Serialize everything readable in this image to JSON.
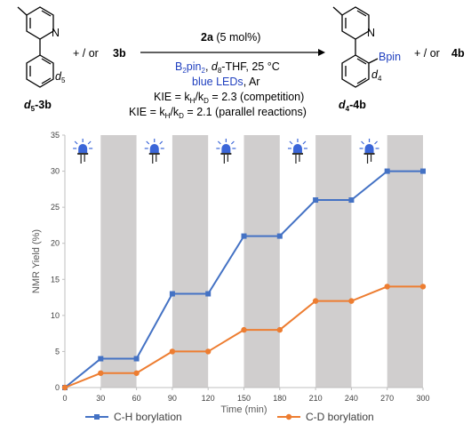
{
  "scheme": {
    "plus_or_left": "+ / or",
    "reactant_right": "3b",
    "reactant_label_prefix": "d",
    "reactant_label_sub": "5",
    "reactant_label_suffix": "-3b",
    "ring_sub_left": "d",
    "ring_sub_left_num": "5",
    "catalyst_bold": "2a",
    "catalyst_rest": "(5 mol%)",
    "conditions_line": "B2pin2, d8-THF, 25 °C",
    "cond_b": "B",
    "cond_2a": "2",
    "cond_pin": "pin",
    "cond_2b": "2",
    "cond_comma": ", ",
    "cond_d": "d",
    "cond_8": "8",
    "cond_thf": "-THF, 25 °C",
    "light_blue": "blue LEDs",
    "light_rest": ", Ar",
    "kie1_pre": "KIE = k",
    "kie1_h": "H",
    "kie1_mid": "/k",
    "kie1_d": "D",
    "kie1_rest": " = 2.3 (competition)",
    "kie2_pre": "KIE = k",
    "kie2_h": "H",
    "kie2_mid": "/k",
    "kie2_d": "D",
    "kie2_rest": " = 2.1 (parallel reactions)",
    "product_n": "N",
    "reactant_n": "N",
    "product_bpin": "Bpin",
    "product_ring_d": "d",
    "product_ring_num": "4",
    "product_label_prefix": "d",
    "product_label_sub": "4",
    "product_label_suffix": "-4b",
    "plus_or_right": "+ / or",
    "product_right": "4b"
  },
  "chart_data": {
    "type": "line",
    "xlabel": "Time (min)",
    "ylabel": "NMR Yield (%)",
    "xlim": [
      0,
      300
    ],
    "ylim": [
      0,
      35
    ],
    "x_ticks": [
      0,
      30,
      60,
      90,
      120,
      150,
      180,
      210,
      240,
      270,
      300
    ],
    "y_ticks": [
      0,
      5,
      10,
      15,
      20,
      25,
      30,
      35
    ],
    "dark_intervals": [
      [
        30,
        60
      ],
      [
        90,
        120
      ],
      [
        150,
        180
      ],
      [
        210,
        240
      ],
      [
        270,
        300
      ]
    ],
    "light_on_intervals": [
      [
        0,
        30
      ],
      [
        60,
        90
      ],
      [
        120,
        150
      ],
      [
        180,
        210
      ],
      [
        240,
        270
      ]
    ],
    "legend_position": "bottom",
    "series": [
      {
        "name": "C-H borylation",
        "color": "#4472c4",
        "marker": "square",
        "x": [
          0,
          30,
          60,
          90,
          120,
          150,
          180,
          210,
          240,
          270,
          300
        ],
        "y": [
          0,
          4,
          4,
          13,
          13,
          21,
          21,
          26,
          26,
          30,
          30
        ]
      },
      {
        "name": "C-D borylation",
        "color": "#ed7d31",
        "marker": "circle",
        "x": [
          0,
          30,
          60,
          90,
          120,
          150,
          180,
          210,
          240,
          270,
          300
        ],
        "y": [
          0,
          2,
          2,
          5,
          5,
          8,
          8,
          12,
          12,
          14,
          14
        ]
      }
    ],
    "band_color": "#d0cece"
  },
  "icons": {
    "lamp": "blue-led-lamp-icon"
  }
}
